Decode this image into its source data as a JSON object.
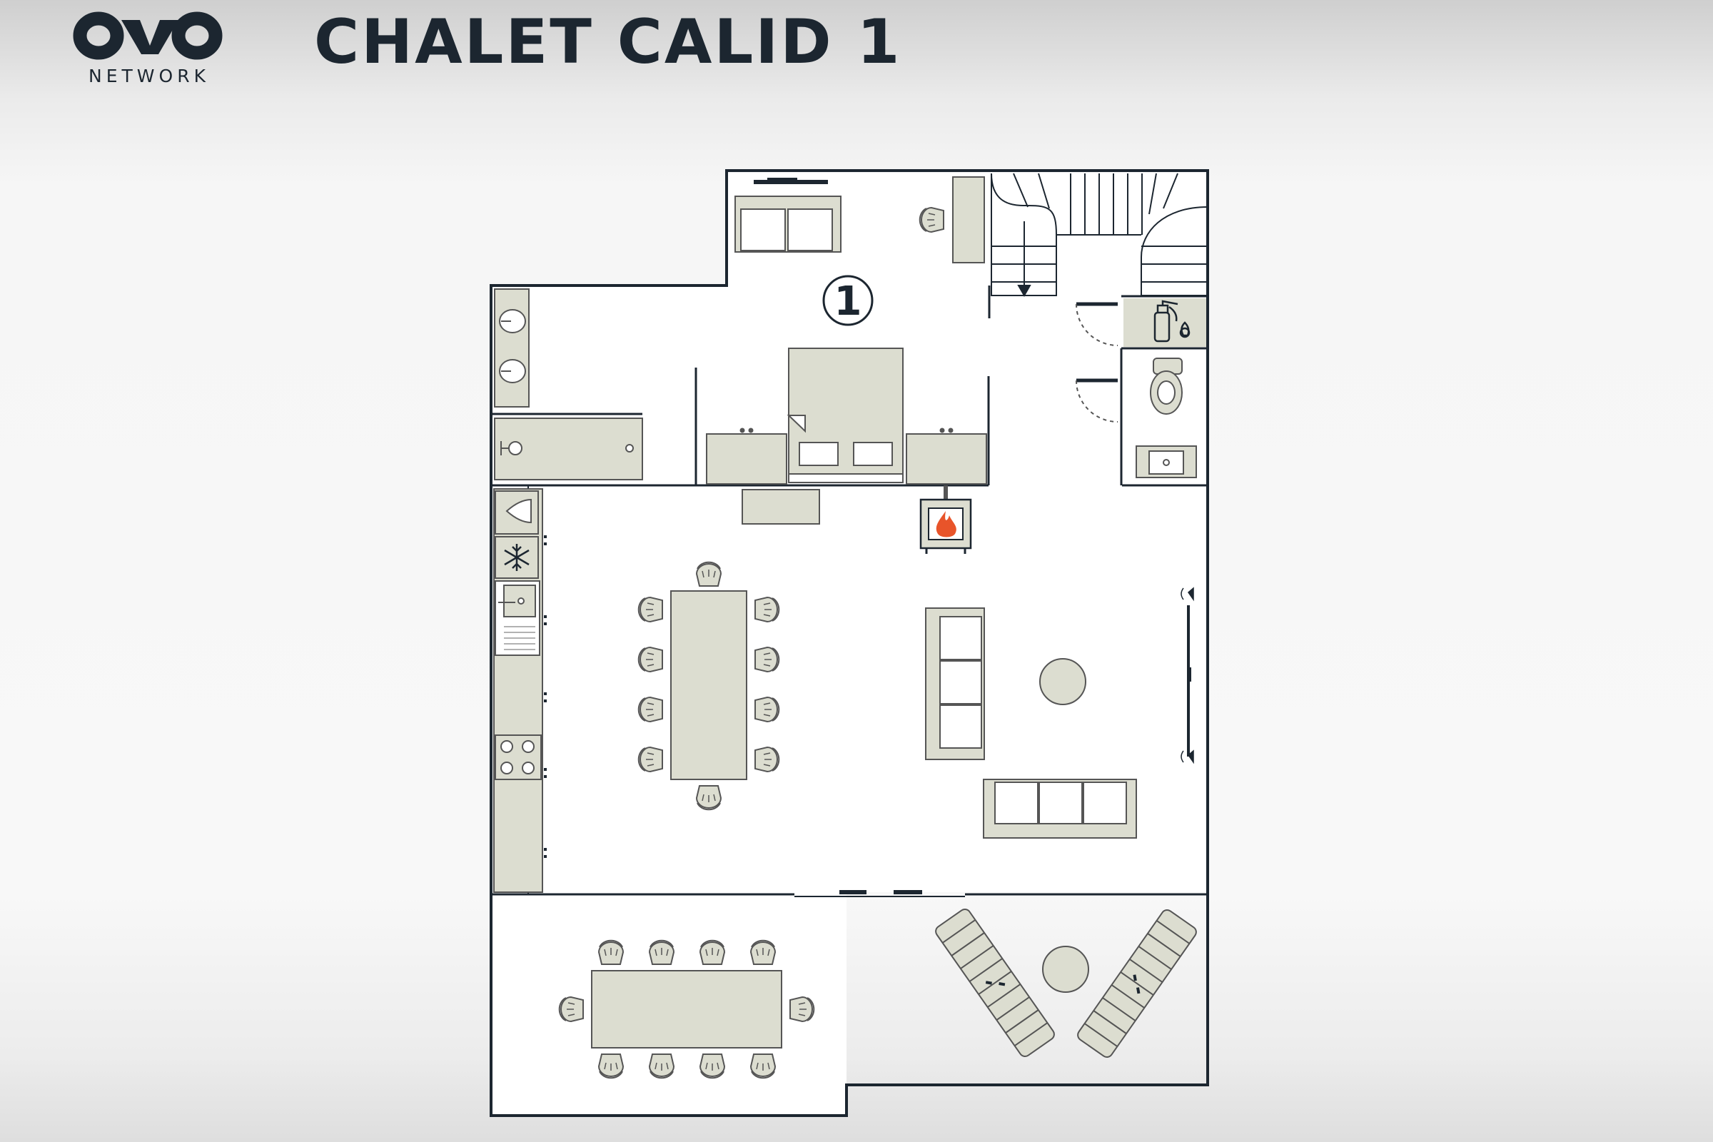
{
  "header": {
    "brand": "NETWORK",
    "title": "CHALET CALID 1"
  },
  "plan": {
    "room_marker": "1"
  },
  "colors": {
    "wall": "#1c2630",
    "furniture": "#dcddd0",
    "floor": "#ffffff",
    "outline": "#555555",
    "fire": "#e8542a"
  },
  "icons": {
    "logo": "ovo-logo-icon",
    "stove": "fire-icon",
    "fridge": "snowflake-icon",
    "extinguisher": "fire-extinguisher-icon",
    "speaker": "speaker-icon",
    "stairs_arrow": "arrow-down-icon"
  }
}
